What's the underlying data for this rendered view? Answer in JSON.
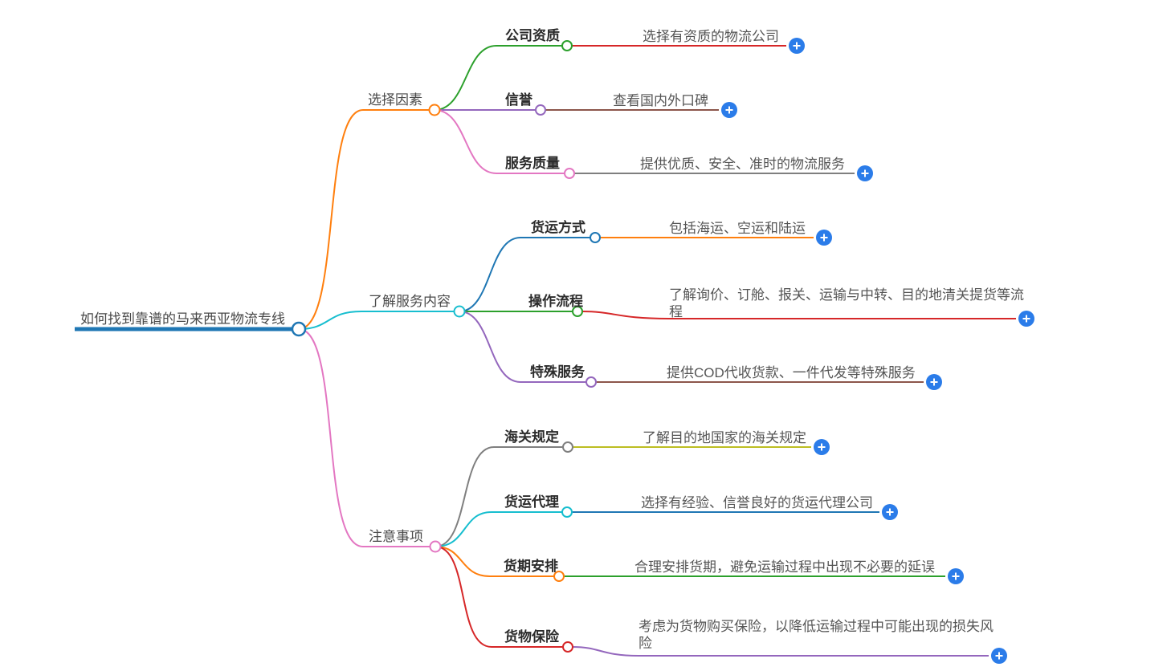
{
  "mindmap": {
    "root": {
      "label": "如何找到靠谱的马来西亚物流专线",
      "color": "#1f77b4"
    },
    "branches": [
      {
        "label": "选择因素",
        "color": "#ff7f0e",
        "children": [
          {
            "label": "公司资质",
            "color": "#2ca02c",
            "leaf_text": "选择有资质的物流公司",
            "leaf_color": "#d62728"
          },
          {
            "label": "信誉",
            "color": "#9467bd",
            "leaf_text": "查看国内外口碑",
            "leaf_color": "#8c564b"
          },
          {
            "label": "服务质量",
            "color": "#e377c2",
            "leaf_text": "提供优质、安全、准时的物流服务",
            "leaf_color": "#7f7f7f"
          }
        ]
      },
      {
        "label": "了解服务内容",
        "color": "#17becf",
        "children": [
          {
            "label": "货运方式",
            "color": "#1f77b4",
            "leaf_text": "包括海运、空运和陆运",
            "leaf_color": "#ff7f0e"
          },
          {
            "label": "操作流程",
            "color": "#2ca02c",
            "leaf_text": "了解询价、订舱、报关、运输与中转、目的地清关提货等流程",
            "leaf_color": "#d62728"
          },
          {
            "label": "特殊服务",
            "color": "#9467bd",
            "leaf_text": "提供COD代收货款、一件代发等特殊服务",
            "leaf_color": "#8c564b"
          }
        ]
      },
      {
        "label": "注意事项",
        "color": "#e377c2",
        "children": [
          {
            "label": "海关规定",
            "color": "#7f7f7f",
            "leaf_text": "了解目的地国家的海关规定",
            "leaf_color": "#bcbd22"
          },
          {
            "label": "货运代理",
            "color": "#17becf",
            "leaf_text": "选择有经验、信誉良好的货运代理公司",
            "leaf_color": "#1f77b4"
          },
          {
            "label": "货期安排",
            "color": "#ff7f0e",
            "leaf_text": "合理安排货期，避免运输过程中出现不必要的延误",
            "leaf_color": "#2ca02c"
          },
          {
            "label": "货物保险",
            "color": "#d62728",
            "leaf_text": "考虑为货物购买保险，以降低运输过程中可能出现的损失风险",
            "leaf_color": "#9467bd"
          }
        ]
      }
    ],
    "expand_button": {
      "symbol": "+",
      "color": "#2b7ce9"
    }
  }
}
